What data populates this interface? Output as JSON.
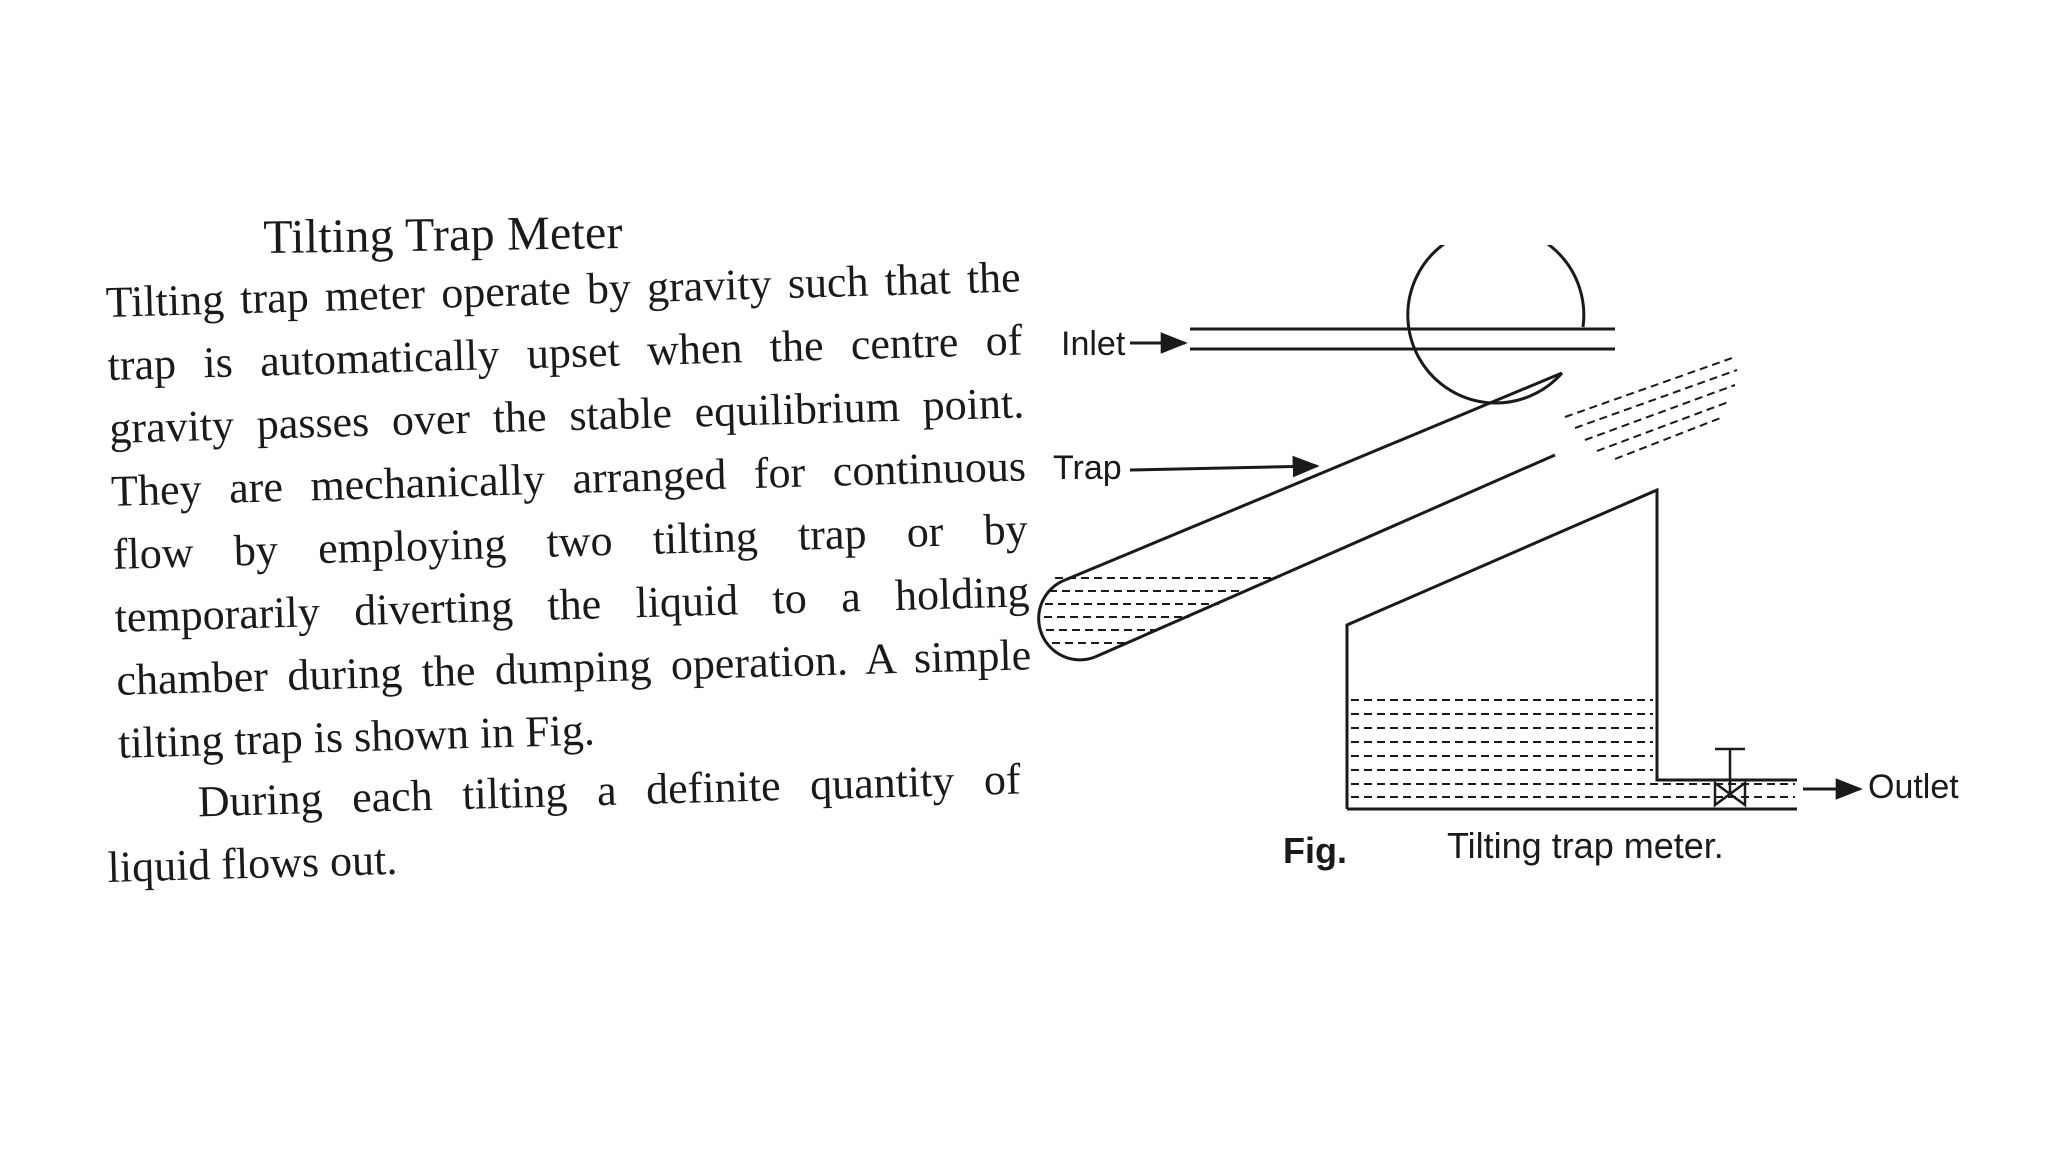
{
  "section": {
    "heading": "Tilting Trap Meter",
    "paragraph_1": "Tilting trap meter operate by gravity such that the trap is automatically upset when the centre of gravity passes over the stable equilibrium point. They are mechanically arranged for continuous flow by employing two tilting trap or by temporarily diverting the liquid to a holding chamber during the dumping operation. A simple tilting trap is shown in Fig.",
    "paragraph_2": "During each tilting a definite quantity of liquid flows out."
  },
  "figure": {
    "labels": {
      "inlet": "Inlet",
      "trap": "Trap",
      "outlet": "Outlet"
    },
    "caption_prefix": "Fig.",
    "caption": "Tilting trap meter."
  }
}
